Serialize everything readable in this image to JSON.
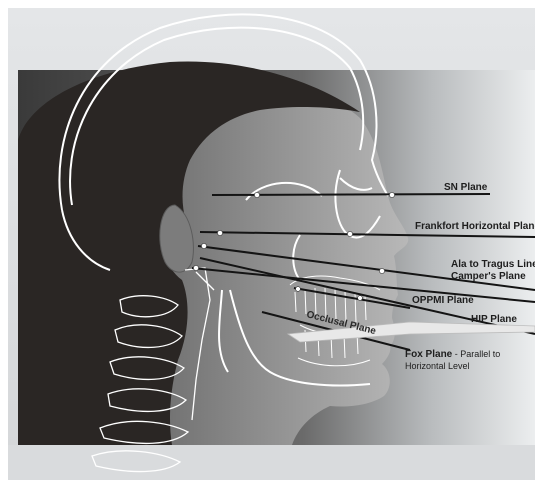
{
  "colors": {
    "background_left": "#3c3c3c",
    "background_right": "#f2f2f2",
    "hair": "#2a2624",
    "skin": "#8a8a8a",
    "skull_outline": "#ffffff",
    "plane_line": "#141414",
    "label_text": "#1e1e1e"
  },
  "labels": {
    "sn_plane": "SN Plane",
    "frankfort_plane": "Frankfort Horizontal Plane",
    "ala_tragus_line": "Ala to Tragus Line",
    "campers_plane": "Camper's Plane",
    "oppmi_plane": "OPPMI Plane",
    "hip_plane": "HIP Plane",
    "occlusal_plane": "Occlusal Plane",
    "fox_plane_bold": "Fox Plane",
    "fox_plane_desc_1": " - Parallel to",
    "fox_plane_desc_2": "Horizontal Level"
  },
  "icons": [
    "skull-outline-icon",
    "cervical-spine-icon",
    "dentition-icon",
    "profile-silhouette-icon"
  ]
}
